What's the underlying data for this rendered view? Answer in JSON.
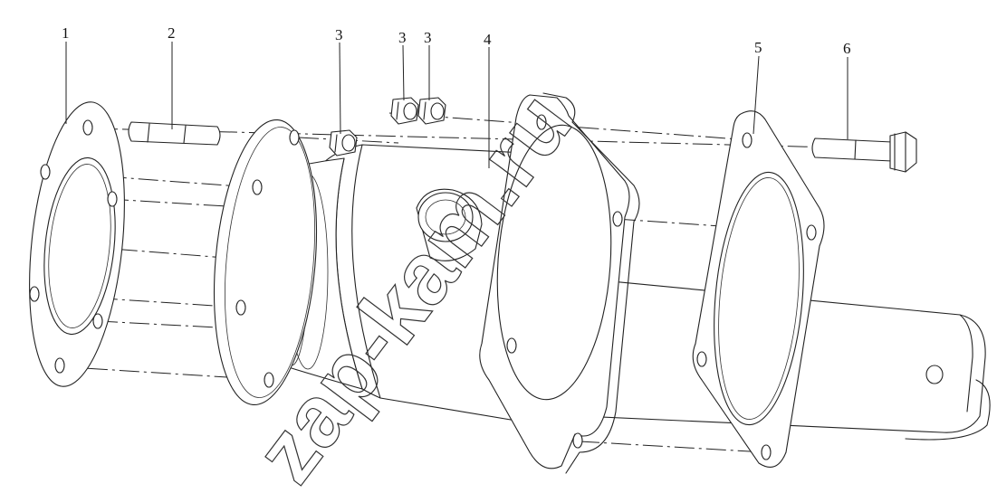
{
  "callouts": [
    "1",
    "2",
    "3",
    "3",
    "3",
    "4",
    "5",
    "6"
  ],
  "watermark": "zap-kam.ru"
}
